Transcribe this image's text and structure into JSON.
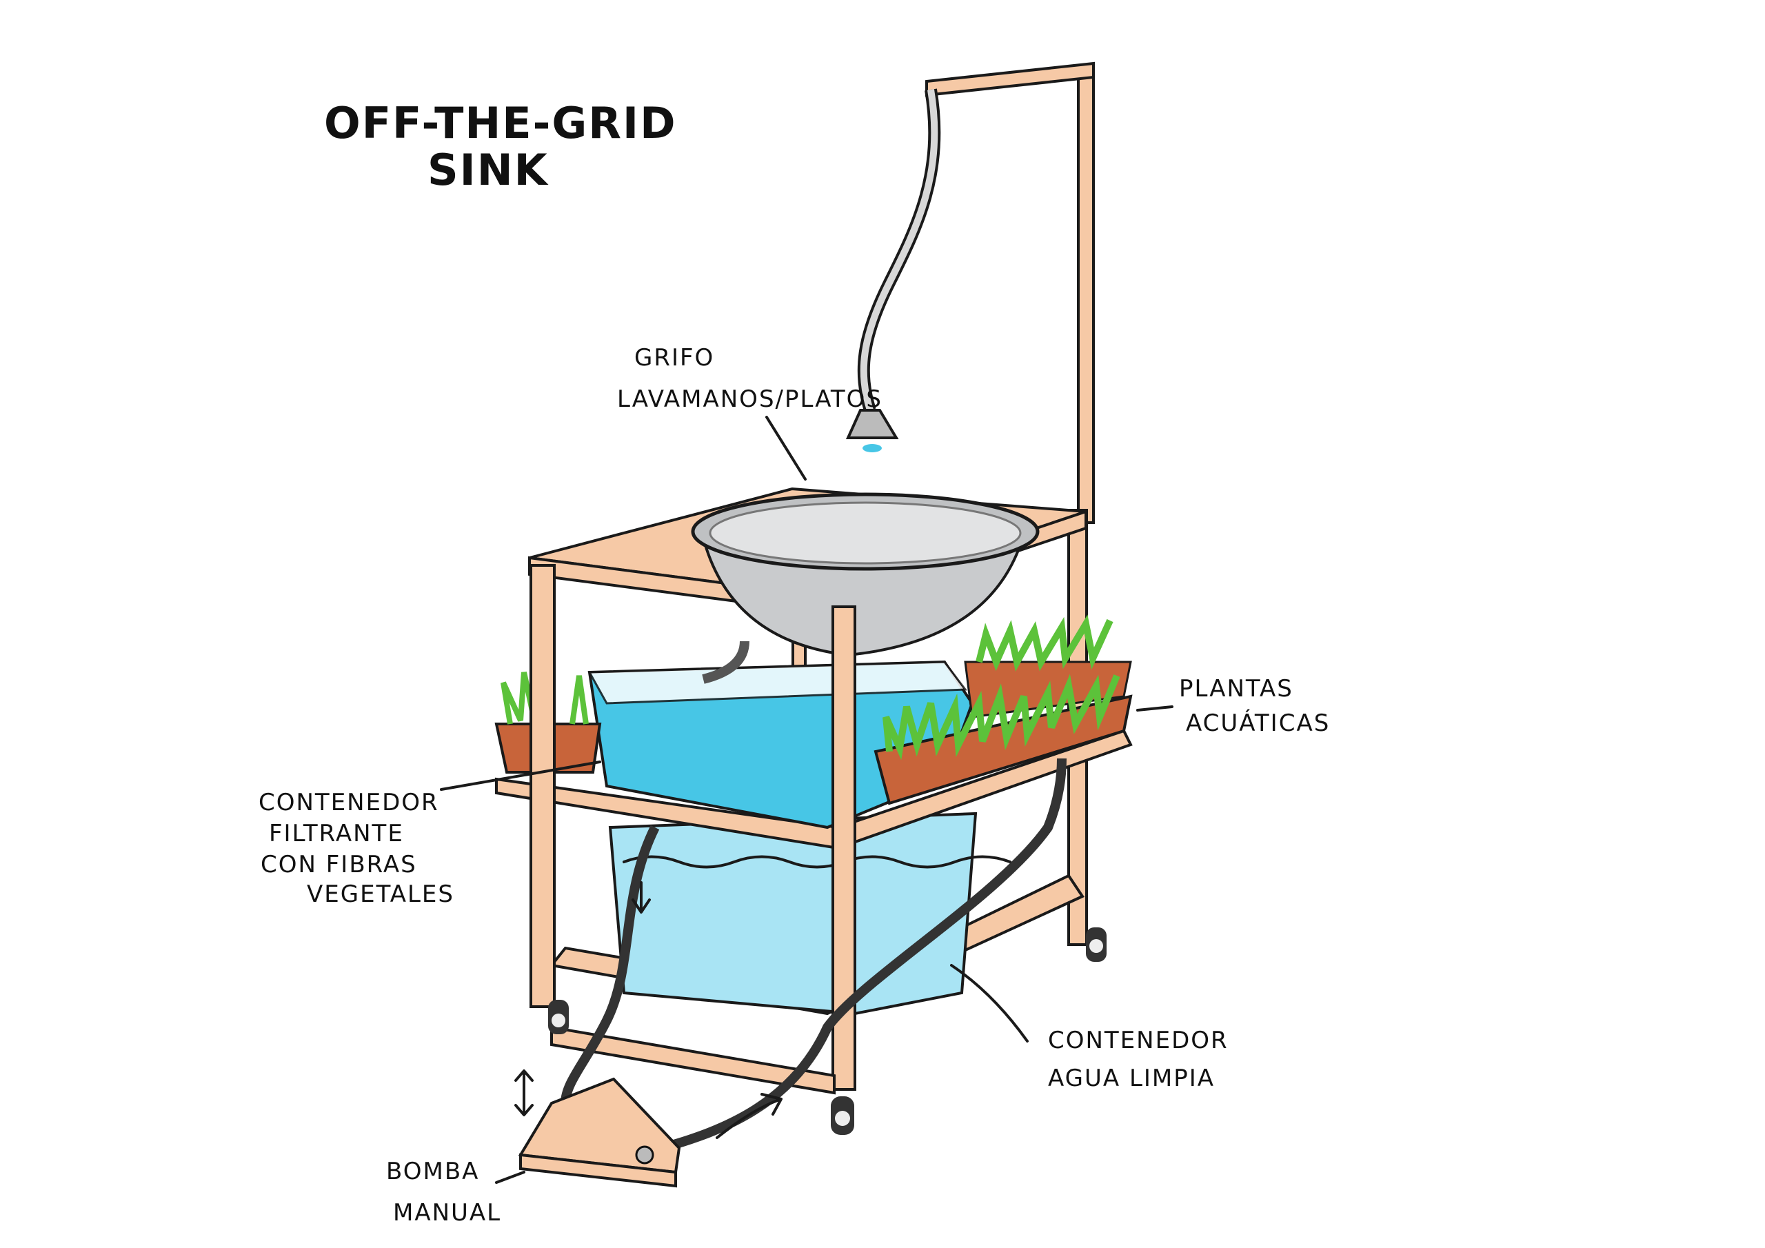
{
  "title": {
    "line1": "OFF-THE-GRID",
    "line2": "SINK"
  },
  "labels": {
    "faucet": {
      "line1": "GRIFO",
      "line2": "LAVAMANOS/PLATOS"
    },
    "plants": {
      "line1": "PLANTAS",
      "line2": "ACUÁTICAS"
    },
    "filter": {
      "line1": "CONTENEDOR",
      "line2": "FILTRANTE",
      "line3": "CON FIBRAS",
      "line4": "VEGETALES"
    },
    "clean": {
      "line1": "CONTENEDOR",
      "line2": "AGUA LIMPIA"
    },
    "pump": {
      "line1": "BOMBA",
      "line2": "MANUAL"
    }
  },
  "colors": {
    "wood": "#f6c9a6",
    "water_filter": "#47c6e6",
    "water_clean": "#a9e4f4",
    "plants": "#5cc23a",
    "planter": "#c8643a",
    "basin": "#c9cbcd"
  }
}
